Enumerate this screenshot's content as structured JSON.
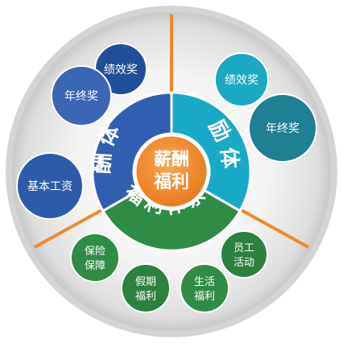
{
  "center": {
    "line1": "薪酬",
    "line2": "福利"
  },
  "segments": {
    "compensation": {
      "label": "薪酬体系",
      "color": "#2f5fb0"
    },
    "incentive": {
      "label": "激励体系",
      "color": "#19a9c8"
    },
    "welfare": {
      "label": "福利体系",
      "color": "#2e8c47"
    }
  },
  "bubbles": {
    "performance_bonus_blue": {
      "label": "绩效奖",
      "color": "#1f4f98"
    },
    "year_end_bonus_blue": {
      "label": "年终奖",
      "color": "#3a66b5"
    },
    "base_salary": {
      "label": "基本工资",
      "color": "#2c5ca9"
    },
    "performance_bonus_teal": {
      "label": "绩效奖",
      "color": "#1aa8c3"
    },
    "year_end_bonus_teal": {
      "label": "年终奖",
      "color": "#1f7f93"
    },
    "insurance": {
      "line1": "保险",
      "line2": "保障",
      "color": "#2f8c47"
    },
    "vacation": {
      "line1": "假期",
      "line2": "福利",
      "color": "#2a8140"
    },
    "life": {
      "line1": "生活",
      "line2": "福利",
      "color": "#2f8c47"
    },
    "activities": {
      "line1": "员工",
      "line2": "活动",
      "color": "#2a8140"
    }
  },
  "colors": {
    "accent": "#f0892a",
    "outer_ring": "#d3d3d3"
  }
}
